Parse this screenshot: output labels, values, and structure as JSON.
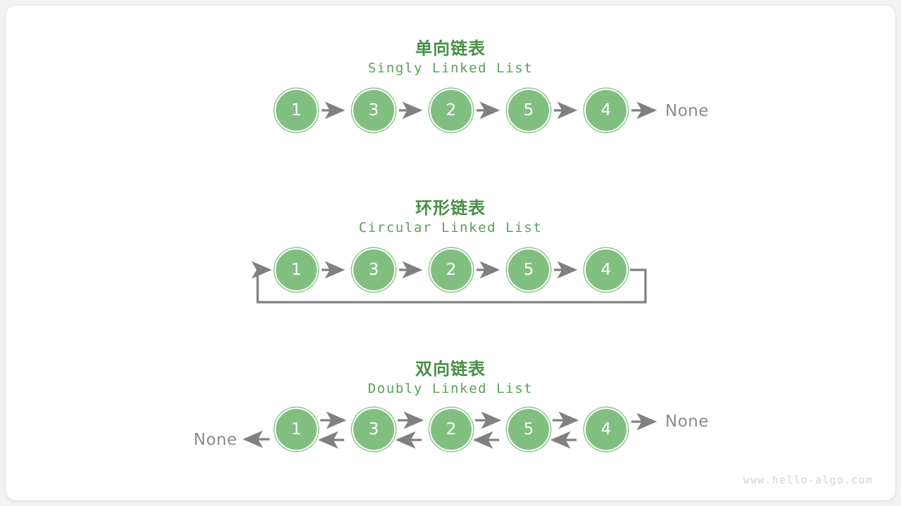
{
  "watermark": "www.hello-algo.com",
  "colors": {
    "node_fill": "#81bf81",
    "node_ring": "#8cc58c",
    "node_text": "#ffffff",
    "title_green": "#459045",
    "subtitle_green": "#59a159",
    "arrow_gray": "#808080",
    "none_gray": "#8a8a8a",
    "watermark_gray": "#d3d3d3",
    "page_bg": "#f2f2f2",
    "card_bg": "#ffffff"
  },
  "sections": [
    {
      "id": "singly",
      "title": "单向链表",
      "subtitle": "Singly Linked List",
      "nodes": [
        "1",
        "3",
        "2",
        "5",
        "4"
      ],
      "tail_label": "None",
      "head_label": null,
      "has_loop": false,
      "bidirectional": false
    },
    {
      "id": "circular",
      "title": "环形链表",
      "subtitle": "Circular Linked List",
      "nodes": [
        "1",
        "3",
        "2",
        "5",
        "4"
      ],
      "tail_label": null,
      "head_label": null,
      "has_loop": true,
      "bidirectional": false
    },
    {
      "id": "doubly",
      "title": "双向链表",
      "subtitle": "Doubly Linked List",
      "nodes": [
        "1",
        "3",
        "2",
        "5",
        "4"
      ],
      "tail_label": "None",
      "head_label": "None",
      "has_loop": false,
      "bidirectional": true
    }
  ]
}
